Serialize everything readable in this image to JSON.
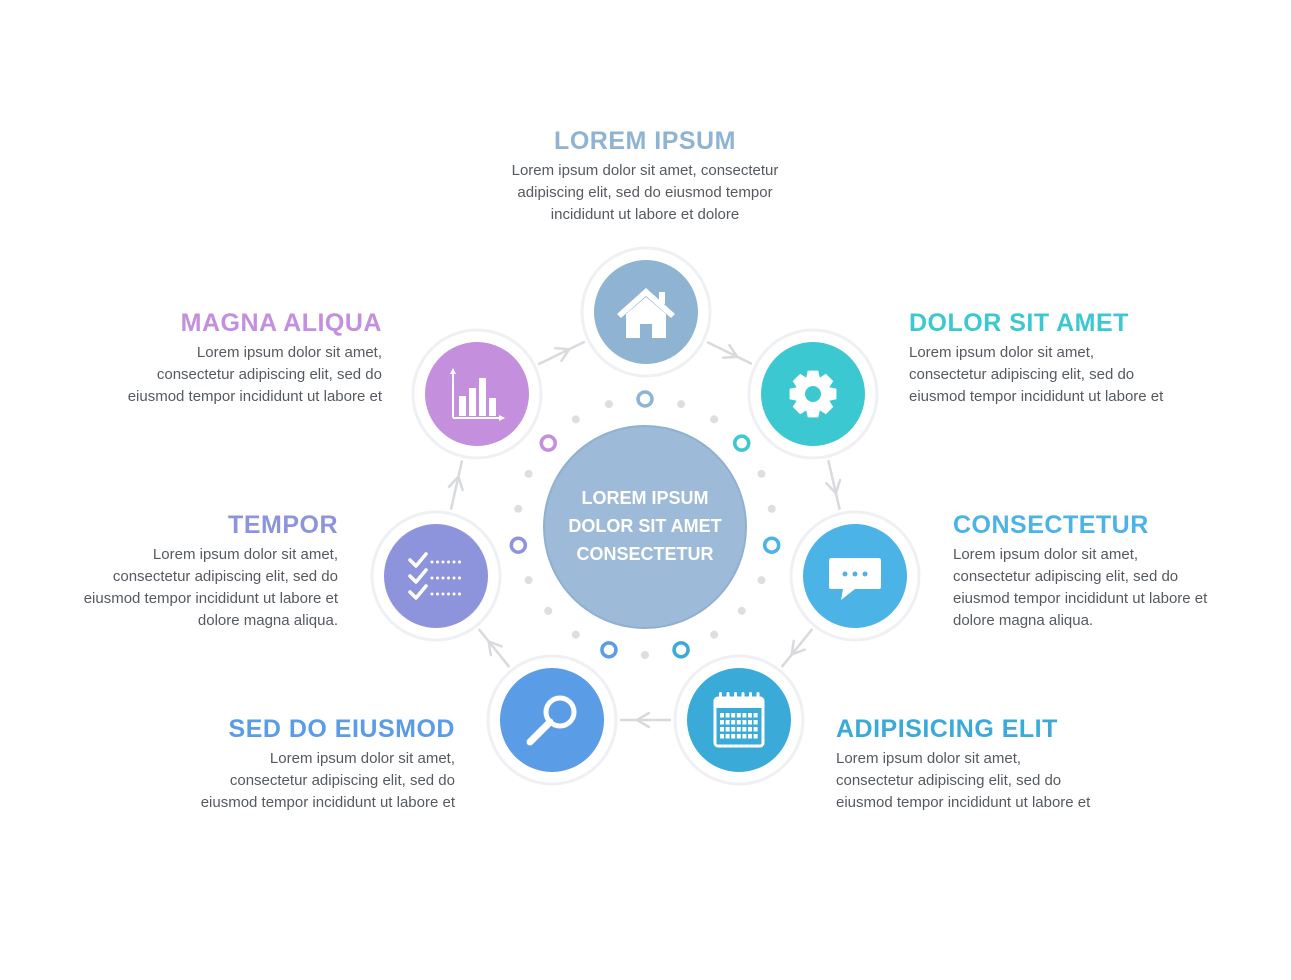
{
  "center": {
    "lines": [
      "LOREM IPSUM",
      "DOLOR SIT AMET",
      "CONSECTETUR"
    ]
  },
  "items": [
    {
      "title": "LOREM IPSUM",
      "color": "#8fb3d3",
      "icon": "home-icon",
      "lines": [
        "Lorem ipsum dolor sit amet, consectetur",
        "adipiscing elit, sed do eiusmod tempor",
        "incididunt ut labore et dolore"
      ]
    },
    {
      "title": "DOLOR SIT AMET",
      "color": "#3cc8d0",
      "icon": "gear-icon",
      "lines": [
        "Lorem ipsum dolor sit amet,",
        "consectetur adipiscing elit, sed do",
        "eiusmod tempor incididunt ut labore et"
      ]
    },
    {
      "title": "CONSECTETUR",
      "color": "#4bb3e6",
      "icon": "chat-icon",
      "lines": [
        "Lorem ipsum dolor sit amet,",
        "consectetur adipiscing elit, sed do",
        "eiusmod tempor incididunt ut labore et",
        "dolore magna aliqua."
      ]
    },
    {
      "title": "ADIPISICING ELIT",
      "color": "#3aaad8",
      "icon": "calendar-icon",
      "lines": [
        "Lorem ipsum dolor sit amet,",
        "consectetur adipiscing elit, sed do",
        "eiusmod tempor incididunt ut labore et"
      ]
    },
    {
      "title": "SED DO EIUSMOD",
      "color": "#5a9de6",
      "icon": "search-icon",
      "lines": [
        "Lorem ipsum dolor sit amet,",
        "consectetur adipiscing elit, sed do",
        "eiusmod tempor incididunt ut labore et"
      ]
    },
    {
      "title": "TEMPOR",
      "color": "#8e94dc",
      "icon": "checklist-icon",
      "lines": [
        "Lorem ipsum dolor sit amet,",
        "consectetur adipiscing elit, sed do",
        "eiusmod tempor incididunt ut labore et",
        "dolore magna aliqua."
      ]
    },
    {
      "title": "MAGNA ALIQUA",
      "color": "#c48fdc",
      "icon": "bar-chart-icon",
      "lines": [
        "Lorem ipsum dolor sit amet,",
        "consectetur adipiscing elit, sed do",
        "eiusmod tempor incididunt ut labore et"
      ]
    }
  ],
  "colors": {
    "center": "#9dbad8",
    "dots": "#dcdee2",
    "arrows": "#d8dadd",
    "ring": "#eef0f3"
  }
}
